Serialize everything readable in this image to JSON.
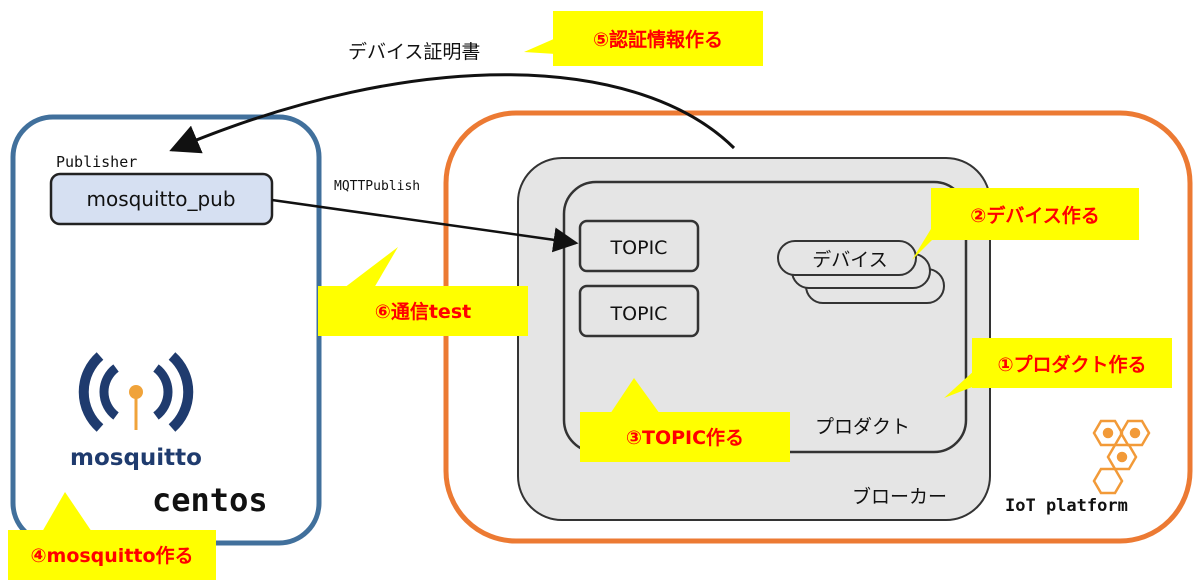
{
  "arrows": {
    "certificate_label": "デバイス証明書",
    "mqtt_label": "MQTTPublish"
  },
  "centos_host": {
    "publisher_label": "Publisher",
    "client_button": "mosquitto_pub",
    "os_label": "centos",
    "logo_text": "mosquitto"
  },
  "iot_platform": {
    "label": "IoT platform",
    "broker_label": "ブローカー",
    "product_label": "プロダクト",
    "topics": [
      "TOPIC",
      "TOPIC"
    ],
    "device_label": "デバイス"
  },
  "callouts": {
    "step1": "①プロダクト作る",
    "step2": "②デバイス作る",
    "step3": "③TOPIC作る",
    "step4": "④mosquitto作る",
    "step5": "⑤認証情報作る",
    "step6": "⑥通信test"
  },
  "colors": {
    "centos_border": "#41709c",
    "platform_border": "#ec7a33",
    "callout_fill": "#ffff00",
    "callout_text": "#ff0000",
    "button_fill": "#d6e0f2",
    "logo_blue": "#1f3b6e",
    "logo_orange": "#f0a33a",
    "iot_icon": "#f29a38"
  }
}
